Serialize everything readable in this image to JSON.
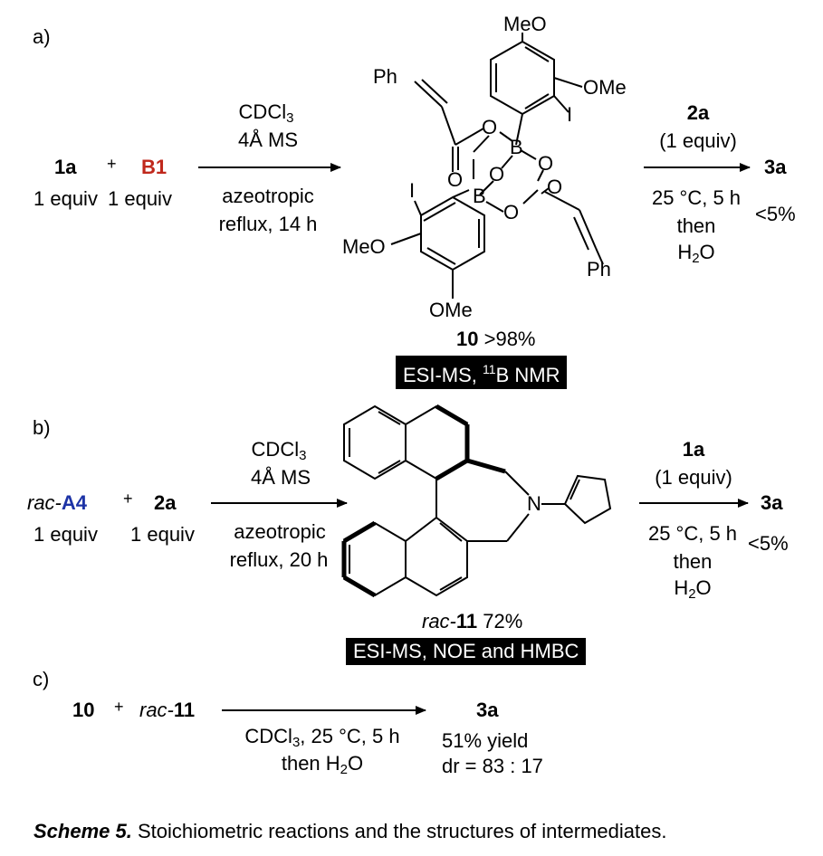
{
  "panel_a": {
    "label": "a)",
    "reactant1": "1a",
    "plus": "+",
    "reactant2": "B1",
    "equiv1": "1 equiv",
    "equiv2": "1 equiv",
    "cond_top_solvent": "CDCl",
    "cond_top_solvent_sub": "3",
    "cond_top_ms": "4Å MS",
    "cond_bottom_1": "azeotropic",
    "cond_bottom_2": "reflux, 14 h",
    "struct": {
      "meo_top": "MeO",
      "ome_right": "OMe",
      "ph_top": "Ph",
      "o1": "O",
      "o2": "O",
      "o3": "O",
      "o4": "O",
      "o5": "O",
      "o6": "O",
      "b1": "B",
      "b2": "B",
      "i_top": "I",
      "i_bottom": "I",
      "meo_left": "MeO",
      "ph_bottom": "Ph",
      "ome_bottom": "OMe"
    },
    "product_number": "10",
    "product_yield": ">98%",
    "analysis_box_pre": "ESI-MS, ",
    "analysis_box_sup": "11",
    "analysis_box_post": "B NMR",
    "step2_reagent": "2a",
    "step2_equiv": "(1 equiv)",
    "step2_cond_1": "25 °C, 5 h",
    "step2_cond_2": "then",
    "step2_cond_3_main": "H",
    "step2_cond_3_sub": "2",
    "step2_cond_3_end": "O",
    "final_product": "3a",
    "final_yield": "<5%"
  },
  "panel_b": {
    "label": "b)",
    "reactant1_prefix": "rac-",
    "reactant1": "A4",
    "plus": "+",
    "reactant2": "2a",
    "equiv1": "1 equiv",
    "equiv2": "1 equiv",
    "cond_top_solvent": "CDCl",
    "cond_top_solvent_sub": "3",
    "cond_top_ms": "4Å MS",
    "cond_bottom_1": "azeotropic",
    "cond_bottom_2": "reflux, 20 h",
    "struct_n": "N",
    "product_prefix": "rac-",
    "product_number": "11",
    "product_yield": "72%",
    "analysis_box": "ESI-MS, NOE and HMBC",
    "step2_reagent": "1a",
    "step2_equiv": "(1 equiv)",
    "step2_cond_1": "25 °C, 5 h",
    "step2_cond_2": "then",
    "step2_cond_3_main": "H",
    "step2_cond_3_sub": "2",
    "step2_cond_3_end": "O",
    "final_product": "3a",
    "final_yield": "<5%"
  },
  "panel_c": {
    "label": "c)",
    "reactant1": "10",
    "plus": "+",
    "reactant2_prefix": "rac-",
    "reactant2": "11",
    "cond_1_main": "CDCl",
    "cond_1_sub": "3",
    "cond_1_end": ", 25 °C, 5 h",
    "cond_2_main": "then H",
    "cond_2_sub": "2",
    "cond_2_end": "O",
    "product": "3a",
    "yield": "51% yield",
    "dr": "dr = 83 : 17"
  },
  "caption": {
    "label": "Scheme 5.",
    "text": " Stoichiometric reactions and the structures of intermediates."
  }
}
